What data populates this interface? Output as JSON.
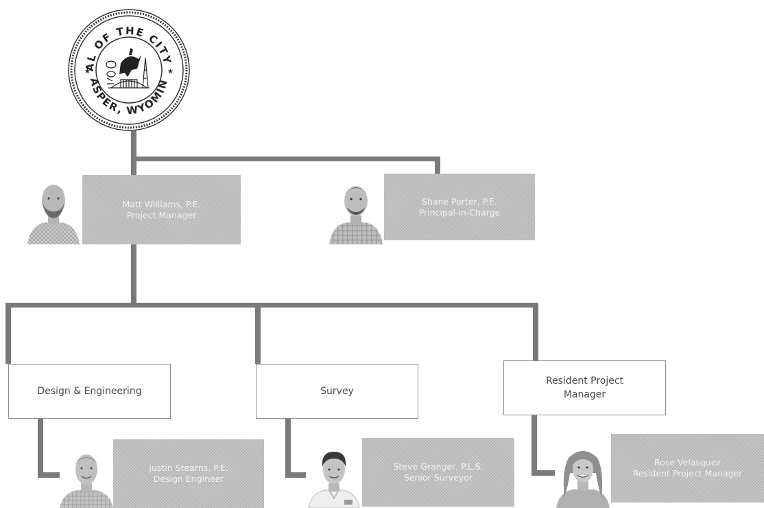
{
  "seal": {
    "text_top": "SEAL OF THE CITY OF",
    "text_bottom": "CASPER, WYOMING"
  },
  "leaders": [
    {
      "name": "Matt Williams, P.E.",
      "title": "Project Manager"
    },
    {
      "name": "Shane Porter, P.E.",
      "title": "Principal-in-Charge"
    }
  ],
  "departments": [
    {
      "label": "Design & Engineering",
      "label_line2": ""
    },
    {
      "label": "Survey",
      "label_line2": ""
    },
    {
      "label": "Resident Project",
      "label_line2": "Manager"
    }
  ],
  "staff": [
    {
      "name": "Justin Stearns, P.E.",
      "title": "Design Engineer"
    },
    {
      "name": "Steve Granger, P.L.S.",
      "title": "Senior Surveyor"
    },
    {
      "name": "Rose Velasquez",
      "title": "Resident Project Manager"
    }
  ],
  "colors": {
    "connector": "#7a7a7a",
    "gray_box": "#bdbdbd",
    "box_text": "#f2f2f2",
    "dept_text": "#4a4a4a"
  }
}
